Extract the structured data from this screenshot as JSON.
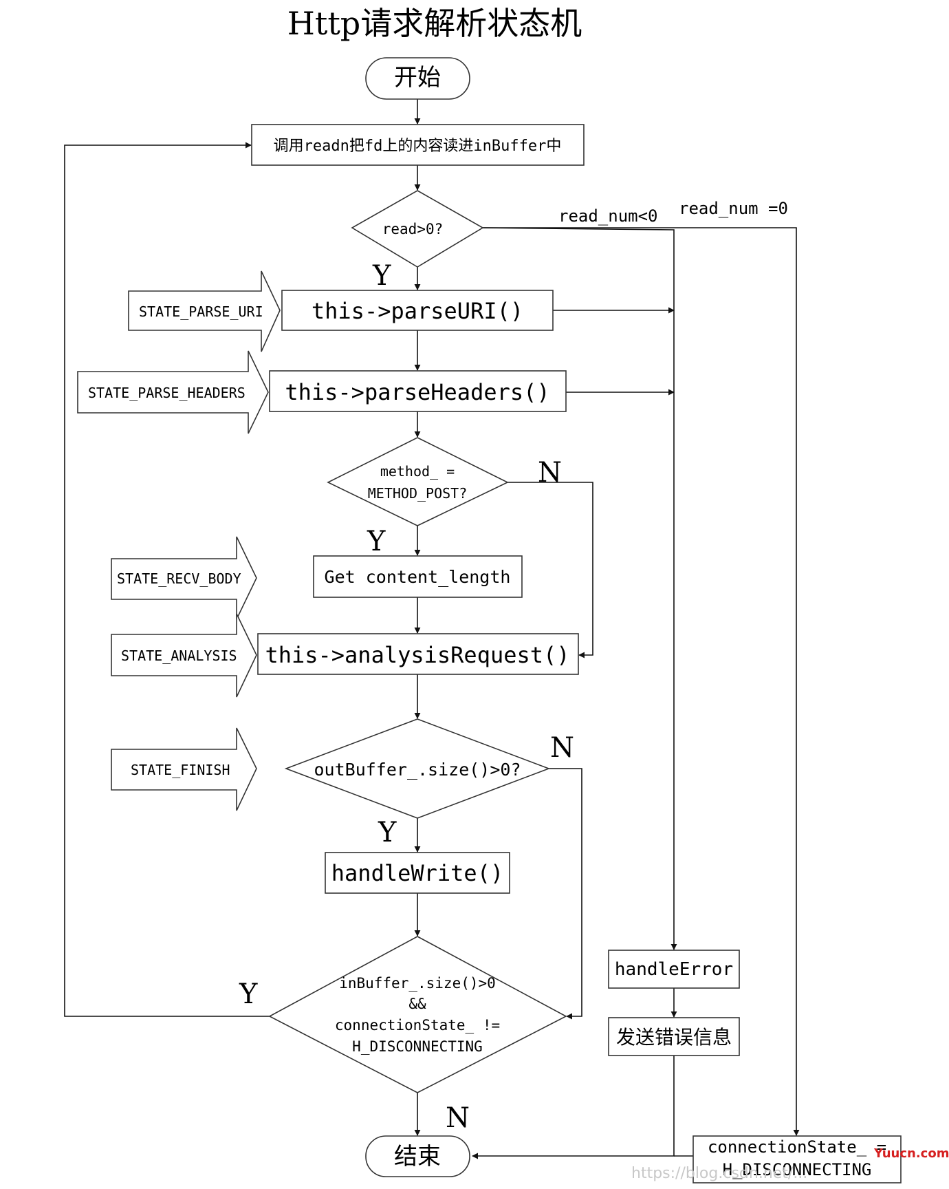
{
  "title": "Http请求解析状态机",
  "nodes": {
    "start": "开始",
    "read": "调用readn把fd上的内容读进inBuffer中",
    "read_check": "read>0?",
    "parse_uri": "this->parseURI()",
    "parse_headers": "this->parseHeaders()",
    "method_check_l1": "method_ =",
    "method_check_l2": "METHOD_POST?",
    "get_length": "Get content_length",
    "analysis": "this->analysisRequest()",
    "outbuffer_check": "outBuffer_.size()>0?",
    "handle_write": "handleWrite()",
    "loop_check_l1": "inBuffer_.size()>0",
    "loop_check_l2": "&&",
    "loop_check_l3": "connectionState_ !=",
    "loop_check_l4": "H_DISCONNECTING",
    "handle_error": "handleError",
    "send_error": "发送错误信息",
    "set_disconnecting_l1": "connectionState_ =",
    "set_disconnecting_l2": "H_DISCONNECTING",
    "end": "结束"
  },
  "states": {
    "parse_uri": "STATE_PARSE_URI",
    "parse_headers": "STATE_PARSE_HEADERS",
    "recv_body": "STATE_RECV_BODY",
    "analysis": "STATE_ANALYSIS",
    "finish": "STATE_FINISH"
  },
  "edge_labels": {
    "read_yes": "Y",
    "read_lt0": "read_num<0",
    "read_eq0": "read_num =0",
    "method_yes": "Y",
    "method_no": "N",
    "outbuffer_yes": "Y",
    "outbuffer_no": "N",
    "loop_yes": "Y",
    "loop_no": "N"
  },
  "watermark": {
    "url": "https://blog.csdn.net/...",
    "brand": "Yuucn.com"
  }
}
